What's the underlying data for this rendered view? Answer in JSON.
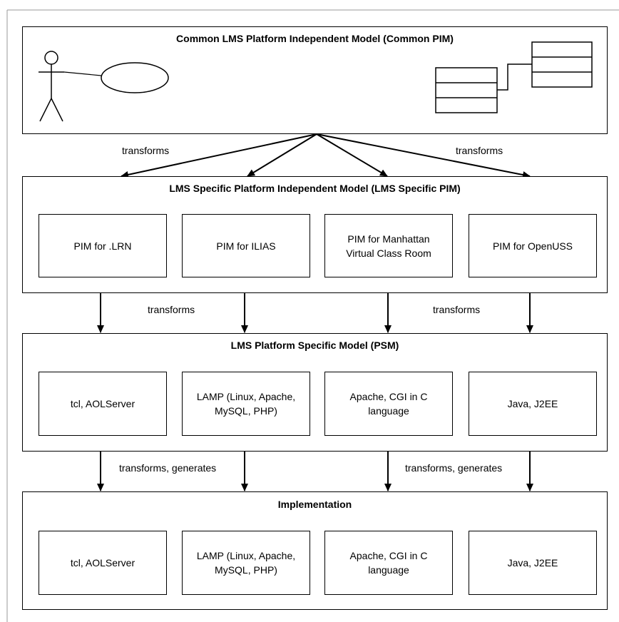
{
  "layers": {
    "common_pim": {
      "title": "Common LMS Platform Independent Model (Common PIM)"
    },
    "specific_pim": {
      "title": "LMS Specific Platform Independent Model (LMS Specific PIM)",
      "boxes": [
        "PIM for .LRN",
        "PIM for ILIAS",
        "PIM for Manhattan\nVirtual Class Room",
        "PIM for OpenUSS"
      ]
    },
    "psm": {
      "title": "LMS Platform Specific Model (PSM)",
      "boxes": [
        "tcl, AOLServer",
        "LAMP (Linux, Apache,\nMySQL, PHP)",
        "Apache, CGI in C\nlanguage",
        "Java, J2EE"
      ]
    },
    "implementation": {
      "title": "Implementation",
      "boxes": [
        "tcl, AOLServer",
        "LAMP (Linux, Apache,\nMySQL, PHP)",
        "Apache, CGI in C\nlanguage",
        "Java, J2EE"
      ]
    }
  },
  "edge_labels": {
    "pim_to_specific_left": "transforms",
    "pim_to_specific_right": "transforms",
    "specific_to_psm_left": "transforms",
    "specific_to_psm_right": "transforms",
    "psm_to_impl_left": "transforms, generates",
    "psm_to_impl_right": "transforms, generates"
  }
}
